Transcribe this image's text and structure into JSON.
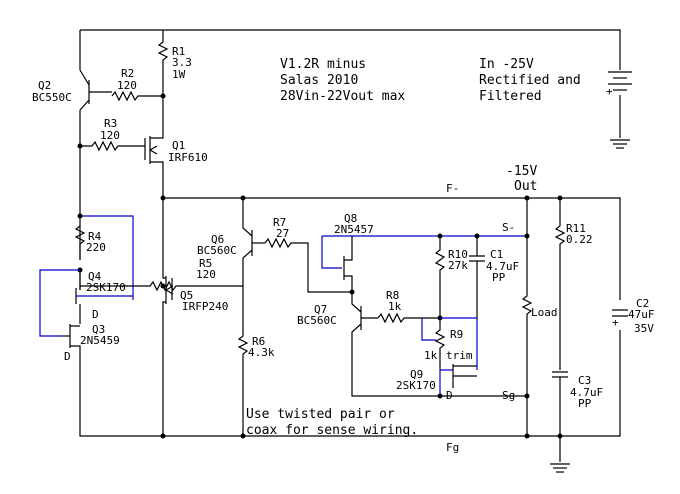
{
  "notes": {
    "version": "V1.2R minus",
    "author": "Salas 2010",
    "spec": "28Vin-22Vout max",
    "input_line1": "In -25V",
    "input_line2": "Rectified and",
    "input_line3": "Filtered",
    "out_line1": "-15V",
    "out_line2": "Out",
    "wiring_line1": "Use twisted pair or",
    "wiring_line2": "coax for sense wiring."
  },
  "nets": {
    "f_minus": "F-",
    "s_minus": "S-",
    "sg": "Sg",
    "fg": "Fg"
  },
  "components": {
    "r1": {
      "ref": "R1",
      "value": "3.3",
      "extra": "1W"
    },
    "r2": {
      "ref": "R2",
      "value": "120"
    },
    "r3": {
      "ref": "R3",
      "value": "120"
    },
    "r4": {
      "ref": "R4",
      "value": "220"
    },
    "r5": {
      "ref": "R5",
      "value": "120"
    },
    "r6": {
      "ref": "R6",
      "value": "4.3k"
    },
    "r7": {
      "ref": "R7",
      "value": "27"
    },
    "r8": {
      "ref": "R8",
      "value": "1k"
    },
    "r9": {
      "ref": "R9",
      "value": "1k",
      "extra": "trim"
    },
    "r10": {
      "ref": "R10",
      "value": "27k"
    },
    "r11": {
      "ref": "R11",
      "value": "0.22"
    },
    "c1": {
      "ref": "C1",
      "value": "4.7uF",
      "extra": "PP"
    },
    "c2": {
      "ref": "C2",
      "value": "47uF",
      "extra": "35V"
    },
    "c3": {
      "ref": "C3",
      "value": "4.7uF",
      "extra": "PP"
    },
    "q1": {
      "ref": "Q1",
      "part": "IRF610"
    },
    "q2": {
      "ref": "Q2",
      "part": "BC550C"
    },
    "q3": {
      "ref": "Q3",
      "part": "2N5459",
      "pin": "D"
    },
    "q4": {
      "ref": "Q4",
      "part": "2SK170",
      "pin": "D"
    },
    "q5": {
      "ref": "Q5",
      "part": "IRFP240"
    },
    "q6": {
      "ref": "Q6",
      "part": "BC560C"
    },
    "q7": {
      "ref": "Q7",
      "part": "BC560C"
    },
    "q8": {
      "ref": "Q8",
      "part": "2N5457"
    },
    "q9": {
      "ref": "Q9",
      "part": "2SK170",
      "pin": "D"
    },
    "load": {
      "ref": "Load"
    },
    "battery_plus": "+",
    "c2_plus": "+"
  }
}
